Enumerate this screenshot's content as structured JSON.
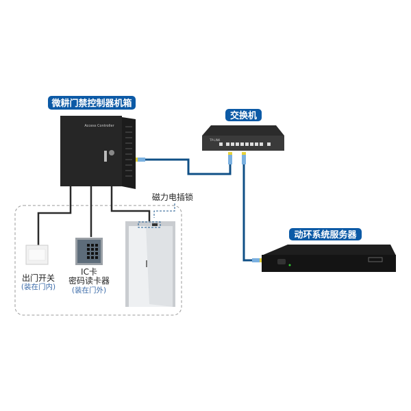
{
  "labels": {
    "controller": "微耕门禁控制器机箱",
    "controller_text": "Access Controller",
    "switch": "交换机",
    "switch_brand": "TP-LINK",
    "server": "动环系统服务器",
    "lock": "磁力电插锁",
    "exit_button": "出门开关",
    "exit_button_note": "(装在门内)",
    "reader_line1": "IC卡",
    "reader_line2": "密码读卡器",
    "reader_note": "(装在门外)"
  },
  "colors": {
    "tag_bg": "#0c5aa6",
    "network_cable": "#0f4f86",
    "wire": "#2a2a2a",
    "dashed": "#999999",
    "lock_dashed": "#1f5a8f"
  }
}
